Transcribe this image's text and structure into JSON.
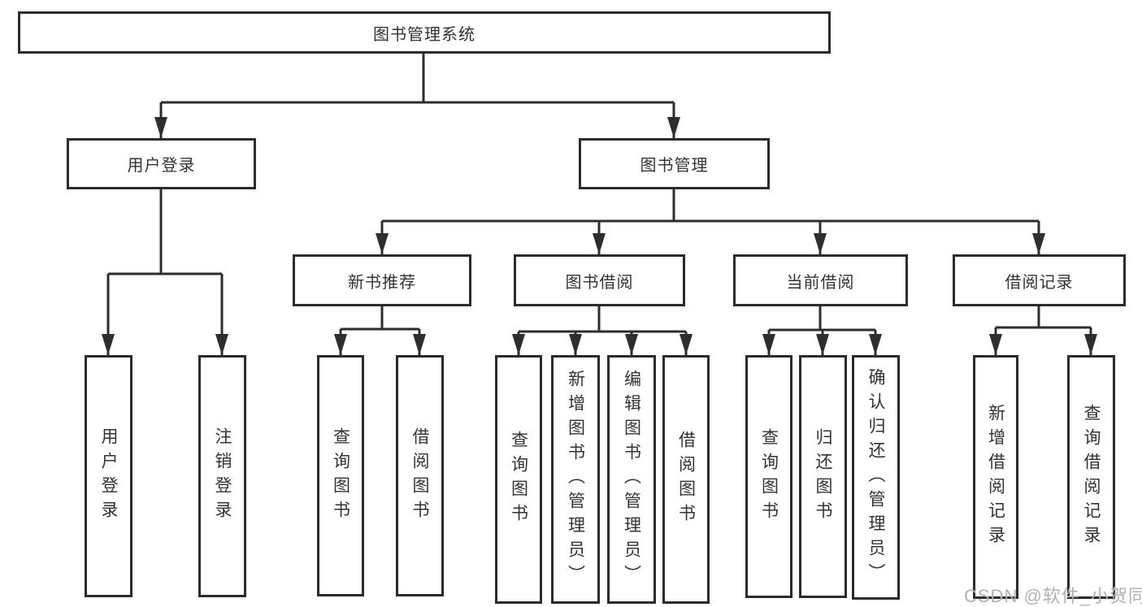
{
  "diagram": {
    "root": "图书管理系统",
    "branches": {
      "user_login": "用户登录",
      "book_management": "图书管理"
    },
    "modules": {
      "new_book_recommend": "新书推荐",
      "book_borrowing": "图书借阅",
      "current_borrowing": "当前借阅",
      "borrowing_records": "借阅记录"
    },
    "leaves": {
      "user_login": "用户登录",
      "logout": "注销登录",
      "query_books_recommend": "查询图书",
      "borrow_books_recommend": "借阅图书",
      "query_books_borrowing": "查询图书",
      "add_books_admin": "新增图书（管理员）",
      "edit_books_admin": "编辑图书（管理员）",
      "borrow_books_borrowing": "借阅图书",
      "query_books_current": "查询图书",
      "return_books": "归还图书",
      "confirm_return_admin": "确认归还（管理员）",
      "add_borrow_record": "新增借阅记录",
      "query_borrow_record": "查询借阅记录"
    }
  },
  "watermark": "CSDN @软件_小贺同学",
  "colors": {
    "line": "#2e2e2e",
    "text": "#333333",
    "watermark": "#b2b2b6",
    "background": "#ffffff"
  }
}
